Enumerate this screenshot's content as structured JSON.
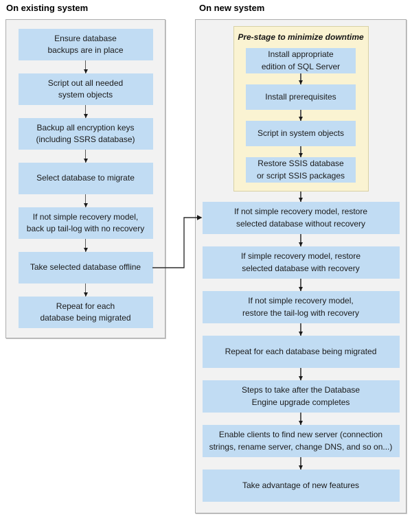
{
  "left": {
    "title": "On existing system",
    "boxes": [
      "Ensure database backups are in place",
      "Script out all needed system objects",
      "Backup all encryption keys (including SSRS database)",
      "Select database to migrate",
      "If not simple recovery model, back up tail-log with no recovery",
      "Take selected database offline",
      "Repeat for each database being migrated"
    ]
  },
  "right": {
    "title": "On new system",
    "prestage": {
      "title": "Pre-stage to minimize downtime",
      "boxes": [
        "Install appropriate edition of SQL Server",
        "Install prerequisites",
        "Script in system objects",
        "Restore SSIS database or script SSIS packages"
      ]
    },
    "boxes": [
      "If not simple recovery model, restore selected database without recovery",
      "If simple recovery model, restore selected database with recovery",
      "If not simple recovery model, restore the tail-log with recovery",
      "Repeat for each database being migrated",
      "Steps to take after the Database Engine upgrade completes",
      "Enable clients to find new server (connection strings, rename server, change DNS, and so on...)",
      "Take advantage of new features"
    ]
  },
  "colors": {
    "step_fill": "#c1dcf3",
    "prestage_fill": "#faf3d2",
    "prestage_border": "#d8d1a5",
    "panel_fill": "#f2f2f2",
    "panel_border": "#adadad",
    "arrow": "#1a1a1a",
    "text": "#1a1a1a"
  }
}
